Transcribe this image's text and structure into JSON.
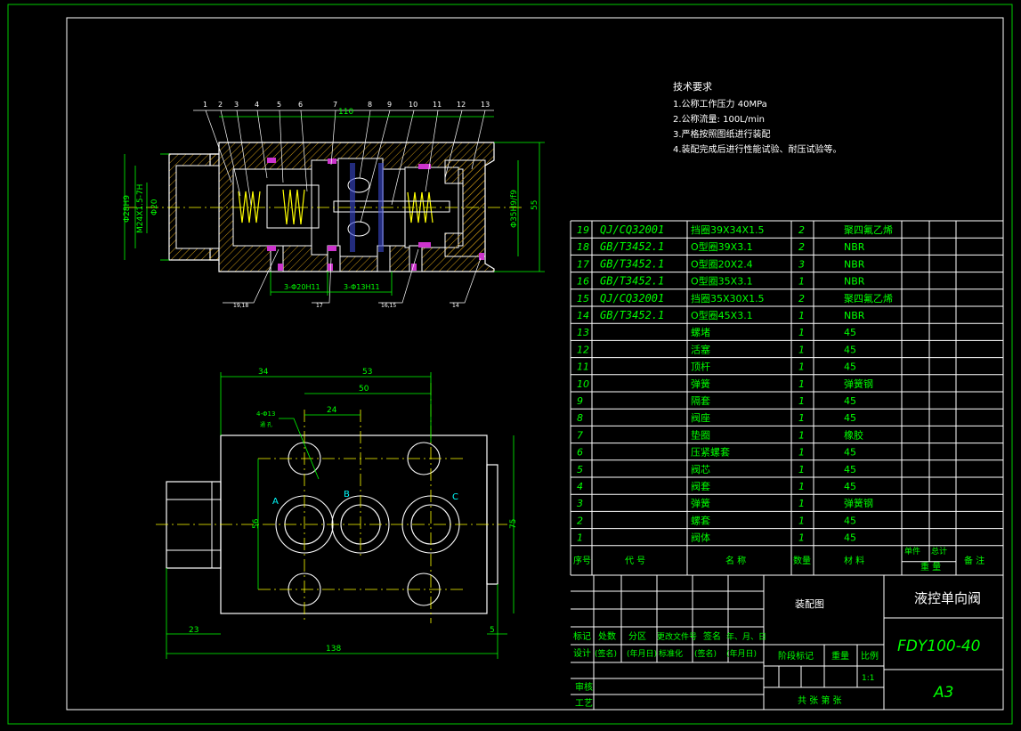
{
  "colors": {
    "background": "#000000",
    "frame": "#00cc00",
    "outline": "#ffffff",
    "table": "#ffffff",
    "table_text": "#00ff00",
    "dimension": "#00ff00",
    "hatch": "#c89616",
    "spring": "#ffff00",
    "center": "#ffff00",
    "seal": "#cc33cc",
    "port_label": "#00ffff",
    "title_text": "#ffffff"
  },
  "requirements": {
    "title": "技术要求",
    "items": [
      "1.公称工作压力 40MPa",
      "2.公称流量: 100L/min",
      "3.严格按照图纸进行装配",
      "4.装配完成后进行性能试验、耐压试验等。"
    ]
  },
  "section_view": {
    "balloons": [
      "1",
      "2",
      "3",
      "4",
      "5",
      "6",
      "7",
      "8",
      "9",
      "10",
      "11",
      "12",
      "13"
    ],
    "bottom_balloons": [
      "19,18",
      "17",
      "16,15",
      "14"
    ],
    "dims": {
      "overall": "110",
      "phi28": "Φ28H9",
      "thread": "M24X1.5-7H",
      "phi20": "Φ20",
      "phi35": "Φ35H9/f9",
      "height": "55",
      "holes_a": "3-Φ20H11",
      "holes_b": "3-Φ13H11"
    }
  },
  "plan_view": {
    "dims": {
      "d34": "34",
      "d53": "53",
      "d50": "50",
      "d24": "24",
      "d56": "56",
      "d75": "75",
      "d23": "23",
      "d5": "5",
      "d138": "138",
      "holes": "4-Φ13",
      "holes_note": "通 孔"
    },
    "ports": [
      "A",
      "B",
      "C"
    ]
  },
  "bom": {
    "rows": [
      {
        "no": "19",
        "code": "QJ/CQ32001",
        "name": "挡圈39X34X1.5",
        "qty": "2",
        "material": "聚四氟乙烯"
      },
      {
        "no": "18",
        "code": "GB/T3452.1",
        "name": "O型圈39X3.1",
        "qty": "2",
        "material": "NBR"
      },
      {
        "no": "17",
        "code": "GB/T3452.1",
        "name": "O型圈20X2.4",
        "qty": "3",
        "material": "NBR"
      },
      {
        "no": "16",
        "code": "GB/T3452.1",
        "name": "O型圈35X3.1",
        "qty": "1",
        "material": "NBR"
      },
      {
        "no": "15",
        "code": "QJ/CQ32001",
        "name": "挡圈35X30X1.5",
        "qty": "2",
        "material": "聚四氟乙烯"
      },
      {
        "no": "14",
        "code": "GB/T3452.1",
        "name": "O型圈45X3.1",
        "qty": "1",
        "material": "NBR"
      },
      {
        "no": "13",
        "code": "",
        "name": "螺堵",
        "qty": "1",
        "material": "45"
      },
      {
        "no": "12",
        "code": "",
        "name": "活塞",
        "qty": "1",
        "material": "45"
      },
      {
        "no": "11",
        "code": "",
        "name": "顶杆",
        "qty": "1",
        "material": "45"
      },
      {
        "no": "10",
        "code": "",
        "name": "弹簧",
        "qty": "1",
        "material": "弹簧钢"
      },
      {
        "no": "9",
        "code": "",
        "name": "隔套",
        "qty": "1",
        "material": "45"
      },
      {
        "no": "8",
        "code": "",
        "name": "阀座",
        "qty": "1",
        "material": "45"
      },
      {
        "no": "7",
        "code": "",
        "name": "垫圈",
        "qty": "1",
        "material": "橡胶"
      },
      {
        "no": "6",
        "code": "",
        "name": "压紧螺套",
        "qty": "1",
        "material": "45"
      },
      {
        "no": "5",
        "code": "",
        "name": "阀芯",
        "qty": "1",
        "material": "45"
      },
      {
        "no": "4",
        "code": "",
        "name": "阀套",
        "qty": "1",
        "material": "45"
      },
      {
        "no": "3",
        "code": "",
        "name": "弹簧",
        "qty": "1",
        "material": "弹簧钢"
      },
      {
        "no": "2",
        "code": "",
        "name": "螺套",
        "qty": "1",
        "material": "45"
      },
      {
        "no": "1",
        "code": "",
        "name": "阀体",
        "qty": "1",
        "material": "45"
      }
    ],
    "header": {
      "no": "序号",
      "code": "代 号",
      "name": "名 称",
      "qty": "数量",
      "material": "材 料",
      "single": "单件",
      "total": "总计",
      "weight": "重 量",
      "note": "备 注"
    }
  },
  "title_block": {
    "drawing_type": "装配图",
    "product_name": "液控单向阀",
    "drawing_no": "FDY100-40",
    "sheet_size": "A3",
    "scale": "1:1",
    "labels": {
      "mark": "标记",
      "count": "处数",
      "zone": "分区",
      "change_doc": "更改文件号",
      "sign": "签名",
      "date": "年、月、日",
      "design": "设计",
      "design_sign": "(签名)",
      "design_date": "(年月日)",
      "standard": "标准化",
      "std_sign": "(签名)",
      "std_date": "(年月日)",
      "stage": "阶段标记",
      "weight": "重量",
      "scale": "比例",
      "review": "审核",
      "process": "工艺",
      "total_sheets": "共 张 第 张"
    }
  }
}
